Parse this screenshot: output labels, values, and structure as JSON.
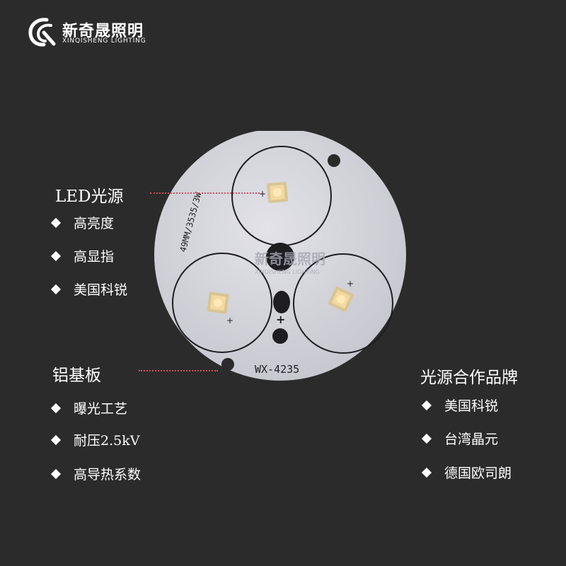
{
  "logo": {
    "name_cn": "新奇晟照明",
    "name_en": "XINQISHENG LIGHTING"
  },
  "pcb": {
    "edge_text": "49MM/3535/3W",
    "model": "WX-4235",
    "watermark_cn": "新奇晟照明",
    "watermark_en": "XINQISHENG LIGHTING",
    "plus_label": "+",
    "colors": {
      "board": "#d4d4da",
      "silk": "#1e1e22",
      "led_pad": "#c9b27a",
      "led_die": "#f3d9a0"
    }
  },
  "led_section": {
    "heading": "LED光源",
    "features": [
      "高亮度",
      "高显指",
      "美国科锐"
    ]
  },
  "substrate_section": {
    "heading": "铝基板",
    "features": [
      "曝光工艺",
      "耐压2.5kV",
      "高导热系数"
    ]
  },
  "brands_section": {
    "heading": "光源合作品牌",
    "brands": [
      "美国科锐",
      "台湾晶元",
      "德国欧司朗"
    ]
  },
  "colors": {
    "background": "#2b2b2b",
    "text": "#ffffff",
    "leader_line": "#d0505a"
  }
}
